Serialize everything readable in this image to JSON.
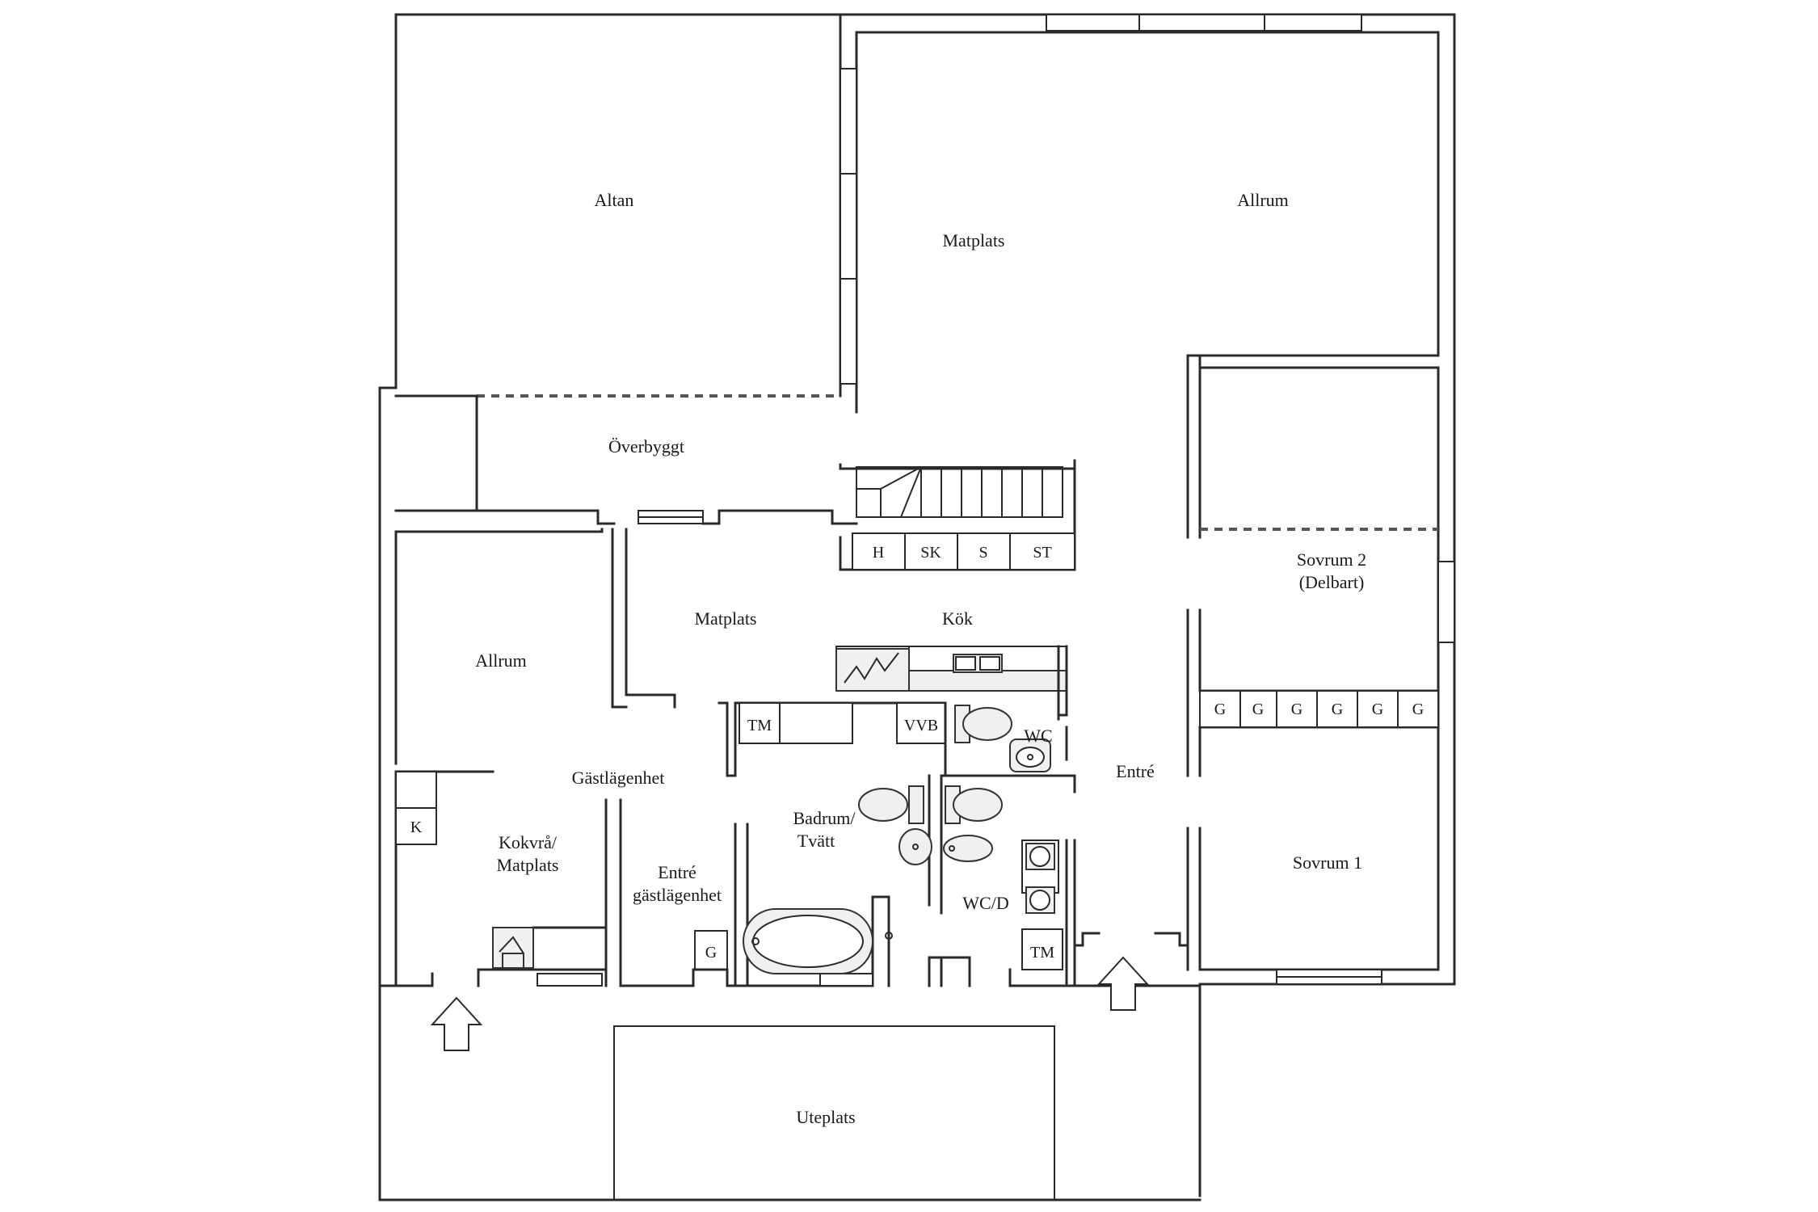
{
  "rooms": {
    "altan": "Altan",
    "matplats_upper": "Matplats",
    "allrum_upper": "Allrum",
    "overbyggt": "Överbyggt",
    "allrum_lower": "Allrum",
    "matplats_lower": "Matplats",
    "kok": "Kök",
    "sovrum2_line1": "Sovrum 2",
    "sovrum2_line2": "(Delbart)",
    "gastlagenhet": "Gästlägenhet",
    "wc": "WC",
    "entre": "Entré",
    "badrum_line1": "Badrum/",
    "badrum_line2": "Tvätt",
    "kokvra_line1": "Kokvrå/",
    "kokvra_line2": "Matplats",
    "entre_gast_line1": "Entré",
    "entre_gast_line2": "gästlägenhet",
    "wcd": "WC/D",
    "sovrum1": "Sovrum 1",
    "uteplats": "Uteplats"
  },
  "fixtures": {
    "stair_row": [
      "H",
      "SK",
      "S",
      "ST"
    ],
    "wardrobes": [
      "G",
      "G",
      "G",
      "G",
      "G",
      "G"
    ],
    "tm_kitchen": "TM",
    "vvb": "VVB",
    "k": "K",
    "g_entre": "G",
    "tm_wcd": "TM"
  },
  "icons": [
    "entrance-arrow-icon",
    "entrance-arrow-icon"
  ]
}
